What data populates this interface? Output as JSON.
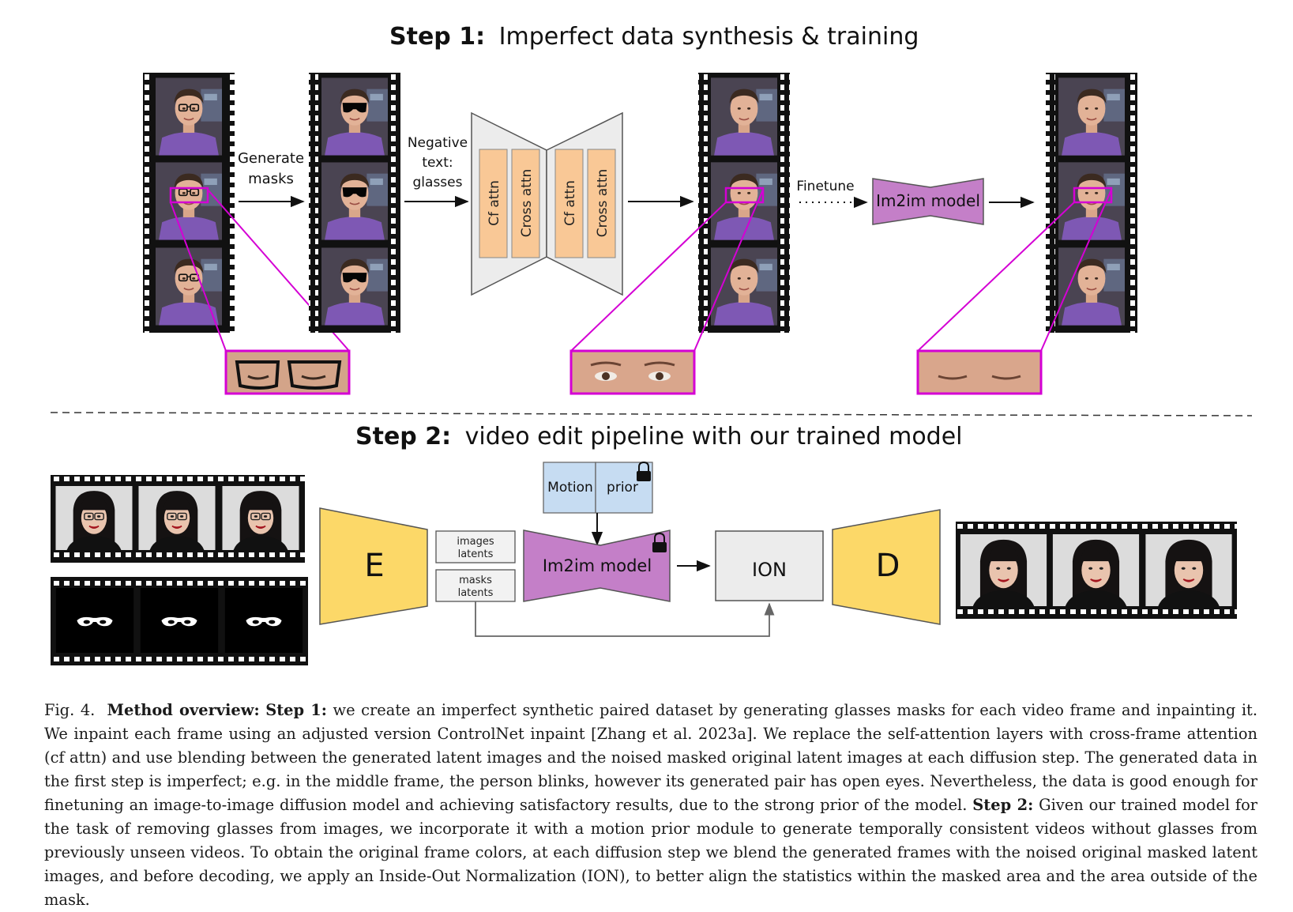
{
  "step1": {
    "prefix": "Step 1:",
    "title": "Imperfect data synthesis & training"
  },
  "step2": {
    "prefix": "Step 2:",
    "title": "video edit pipeline with our trained model"
  },
  "labels": {
    "generate": "Generate",
    "masks": "masks",
    "negative": "Negative",
    "text": "text:",
    "glasses": "glasses",
    "cf_attn": "Cf attn",
    "cross_attn": "Cross attn",
    "finetune": "Finetune",
    "im2im": "Im2im model",
    "motion": "Motion",
    "prior": "prior",
    "encoder": "E",
    "decoder": "D",
    "images": "images",
    "latents": "latents",
    "masks_small": "masks",
    "ion": "ION"
  },
  "colors": {
    "magenta": "#d400d4",
    "im2im": "#c47fc8",
    "attn": "#f9c896",
    "yellow": "#fcd868",
    "motion": "#c6dcf2",
    "shirt": "#7e58b4"
  },
  "icons": [
    "lock-icon",
    "film-strip-icon",
    "arrow-icon"
  ],
  "caption": {
    "fig": "Fig. 4.",
    "overview": "Method overview:",
    "step1_label": "Step 1:",
    "part1": "we create an imperfect synthetic paired dataset by generating glasses masks for each video frame and inpainting it. We inpaint each frame using an adjusted version ControlNet inpaint [Zhang et al. 2023a]. We replace the self-attention layers with cross-frame attention (cf attn) and use blending between the generated latent images and the noised masked original latent images at each diffusion step. The generated data in the first step is imperfect; e.g. in the middle frame, the person blinks, however its generated pair has open eyes. Nevertheless, the data is good enough for finetuning an image-to-image diffusion model and achieving satisfactory results, due to the strong prior of the model.",
    "step2_label": "Step 2:",
    "part2": "Given our trained model for the task of removing glasses from images, we incorporate it with a motion prior module to generate temporally consistent videos without glasses from previously unseen videos. To obtain the original frame colors, at each diffusion step we blend the generated frames with the noised original masked latent images, and before decoding, we apply an Inside-Out Normalization (ION), to better align the statistics within the masked area and the area outside of the mask."
  }
}
